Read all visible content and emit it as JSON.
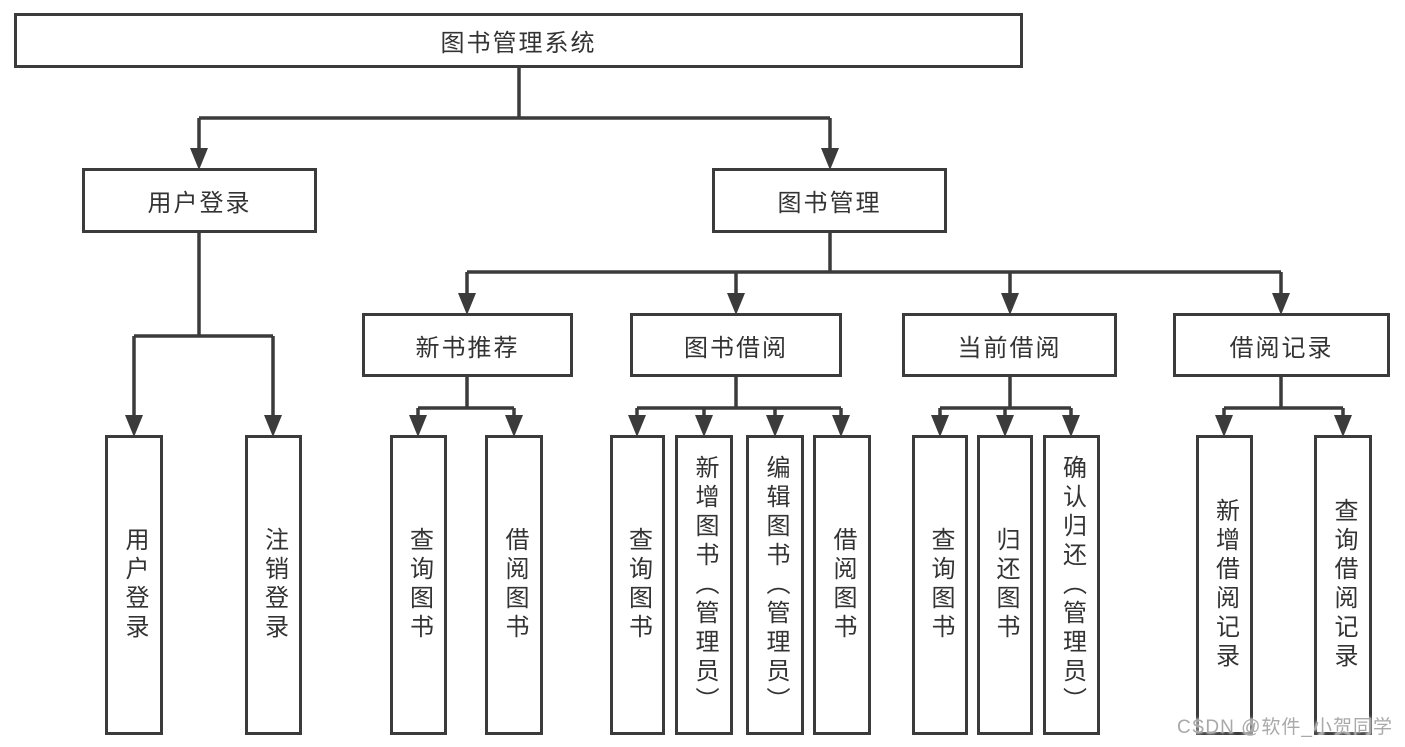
{
  "tree": {
    "label": "图书管理系统",
    "children": [
      {
        "label": "用户登录",
        "children": [
          {
            "label": "用户登录"
          },
          {
            "label": "注销登录"
          }
        ]
      },
      {
        "label": "图书管理",
        "children": [
          {
            "label": "新书推荐",
            "children": [
              {
                "label": "查询图书"
              },
              {
                "label": "借阅图书"
              }
            ]
          },
          {
            "label": "图书借阅",
            "children": [
              {
                "label": "查询图书"
              },
              {
                "label": "新增图书（管理员）"
              },
              {
                "label": "编辑图书（管理员）"
              },
              {
                "label": "借阅图书"
              }
            ]
          },
          {
            "label": "当前借阅",
            "children": [
              {
                "label": "查询图书"
              },
              {
                "label": "归还图书"
              },
              {
                "label": "确认归还（管理员）"
              }
            ]
          },
          {
            "label": "借阅记录",
            "children": [
              {
                "label": "新增借阅记录"
              },
              {
                "label": "查询借阅记录"
              }
            ]
          }
        ]
      }
    ]
  },
  "watermark": {
    "text": "CSDN @软件_小贺同学"
  },
  "colors": {
    "line": "#3b3b3b",
    "text": "#333333",
    "watermark": "#a9a9a9",
    "background": "#ffffff"
  }
}
